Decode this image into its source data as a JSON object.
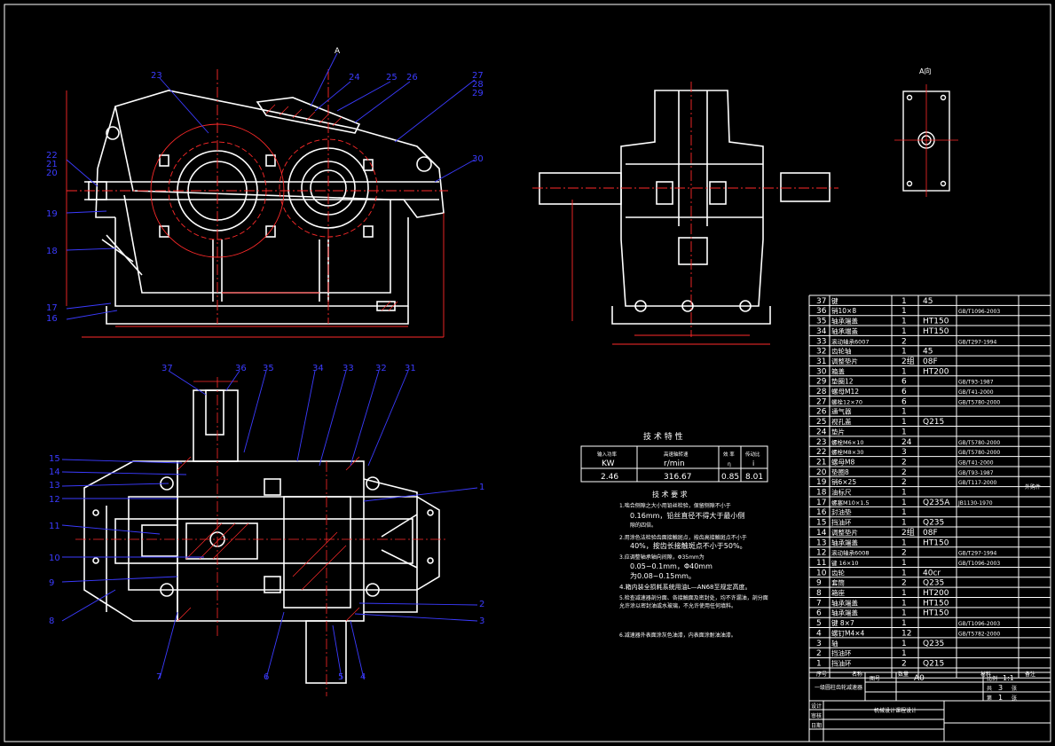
{
  "colors": {
    "background": "#000000",
    "outline": "#ffffff",
    "center": "#ff2a2a",
    "leader": "#3b3bff",
    "hatch": "#ff2a2a"
  },
  "section_mark": "A",
  "section_view_label": "A向",
  "top_callouts": [
    "23",
    "24",
    "25",
    "26",
    "27",
    "28",
    "29"
  ],
  "top_right_callouts": [
    "27",
    "28",
    "29"
  ],
  "left_upper_callouts": [
    "22",
    "21",
    "20",
    "19",
    "18",
    "17",
    "16"
  ],
  "right_upper_callout": "30",
  "plan_top_callouts": [
    "37",
    "36",
    "35",
    "34",
    "33",
    "32",
    "31"
  ],
  "plan_left_callouts": [
    "15",
    "14",
    "13",
    "12",
    "11",
    "10",
    "9",
    "8"
  ],
  "plan_right_callouts": [
    "1",
    "2",
    "3"
  ],
  "plan_bottom_callouts": [
    "7",
    "6",
    "5",
    "4"
  ],
  "tech_spec": {
    "title": "技 术 特 性",
    "headers": [
      "输入功率",
      "高速轴转速",
      "效 率",
      "传动比"
    ],
    "units": [
      "KW",
      "r/min",
      "η",
      "i"
    ],
    "values": [
      "2.46",
      "316.67",
      "0.85",
      "8.01"
    ]
  },
  "tech_req": {
    "title": "技 术 要 求",
    "items": [
      [
        "1.啮合侧隙之大小用铅丝检验，保留侧隙不小于",
        "0.16mm，铅丝直径不得大于最小侧",
        "隙的四倍。"
      ],
      [
        "2.用涂色法检验齿面接触斑点，按齿高接触斑点不小于",
        "40%，按齿长接触斑点不小于50%。"
      ],
      [
        "3.应调整轴承轴向间隙，Φ35mm为",
        "0.05~0.1mm，Φ40mm",
        "为0.08~0.15mm。"
      ],
      [
        "4.箱内装全损耗系统用油L—AN68至规定高度。"
      ],
      [
        "5.检查减速器剖分面、各接触面及密封处，均不许漏油，剖分面允许涂以密封油或水玻璃，不允许使用任何填料。"
      ],
      [
        "6.减速器外表面涂灰色油漆，内表面涂耐油油漆。"
      ]
    ]
  },
  "bom": [
    {
      "no": "37",
      "name": "键",
      "qty": "1",
      "mat": "45",
      "std": ""
    },
    {
      "no": "36",
      "name": "销10×8",
      "qty": "1",
      "mat": "",
      "std": "GB/T1096-2003"
    },
    {
      "no": "35",
      "name": "轴承端盖",
      "qty": "1",
      "mat": "HT150",
      "std": ""
    },
    {
      "no": "34",
      "name": "轴承端盖",
      "qty": "1",
      "mat": "HT150",
      "std": ""
    },
    {
      "no": "33",
      "name": "滚动轴承6007",
      "qty": "2",
      "mat": "",
      "std": "GB/T297-1994"
    },
    {
      "no": "32",
      "name": "齿轮轴",
      "qty": "1",
      "mat": "45",
      "std": ""
    },
    {
      "no": "31",
      "name": "调整垫片",
      "qty": "2组",
      "mat": "08F",
      "std": ""
    },
    {
      "no": "30",
      "name": "箱盖",
      "qty": "1",
      "mat": "HT200",
      "std": ""
    },
    {
      "no": "29",
      "name": "垫圈12",
      "qty": "6",
      "mat": "",
      "std": "GB/T93-1987"
    },
    {
      "no": "28",
      "name": "螺母M12",
      "qty": "6",
      "mat": "",
      "std": "GB/T41-2000"
    },
    {
      "no": "27",
      "name": "螺栓12×70",
      "qty": "6",
      "mat": "",
      "std": "GB/T5780-2000"
    },
    {
      "no": "26",
      "name": "通气器",
      "qty": "1",
      "mat": "",
      "std": ""
    },
    {
      "no": "25",
      "name": "视孔盖",
      "qty": "1",
      "mat": "Q215",
      "std": ""
    },
    {
      "no": "24",
      "name": "垫片",
      "qty": "1",
      "mat": "",
      "std": ""
    },
    {
      "no": "23",
      "name": "螺栓M6×10",
      "qty": "24",
      "mat": "",
      "std": "GB/T5780-2000"
    },
    {
      "no": "22",
      "name": "螺栓M8×30",
      "qty": "3",
      "mat": "",
      "std": "GB/T5780-2000"
    },
    {
      "no": "21",
      "name": "螺母M8",
      "qty": "2",
      "mat": "",
      "std": "GB/T41-2000"
    },
    {
      "no": "20",
      "name": "垫圈8",
      "qty": "2",
      "mat": "",
      "std": "GB/T93-1987"
    },
    {
      "no": "19",
      "name": "销6×25",
      "qty": "2",
      "mat": "",
      "std": "GB/T117-2000"
    },
    {
      "no": "18",
      "name": "油标尺",
      "qty": "1",
      "mat": "",
      "std": ""
    },
    {
      "no": "17",
      "name": "螺塞M10×1.5",
      "qty": "1",
      "mat": "Q235A",
      "std": "JB1130-1970"
    },
    {
      "no": "16",
      "name": "封油垫",
      "qty": "1",
      "mat": "",
      "std": ""
    },
    {
      "no": "15",
      "name": "挡油环",
      "qty": "1",
      "mat": "Q235",
      "std": ""
    },
    {
      "no": "14",
      "name": "调整垫片",
      "qty": "2组",
      "mat": "08F",
      "std": ""
    },
    {
      "no": "13",
      "name": "轴承端盖",
      "qty": "1",
      "mat": "HT150",
      "std": ""
    },
    {
      "no": "12",
      "name": "滚动轴承6008",
      "qty": "2",
      "mat": "",
      "std": "GB/T297-1994"
    },
    {
      "no": "11",
      "name": "键 16×10",
      "qty": "1",
      "mat": "",
      "std": "GB/T1096-2003"
    },
    {
      "no": "10",
      "name": "齿轮",
      "qty": "1",
      "mat": "40cr",
      "std": ""
    },
    {
      "no": "9",
      "name": "套筒",
      "qty": "2",
      "mat": "Q235",
      "std": ""
    },
    {
      "no": "8",
      "name": "箱座",
      "qty": "1",
      "mat": "HT200",
      "std": ""
    },
    {
      "no": "7",
      "name": "轴承端盖",
      "qty": "1",
      "mat": "HT150",
      "std": ""
    },
    {
      "no": "6",
      "name": "轴承端盖",
      "qty": "1",
      "mat": "HT150",
      "std": ""
    },
    {
      "no": "5",
      "name": "键 8×7",
      "qty": "1",
      "mat": "",
      "std": "GB/T1096-2003"
    },
    {
      "no": "4",
      "name": "螺钉M4×4",
      "qty": "12",
      "mat": "",
      "std": "GB/T5782-2000"
    },
    {
      "no": "3",
      "name": "轴",
      "qty": "1",
      "mat": "Q235",
      "std": ""
    },
    {
      "no": "2",
      "name": "挡油环",
      "qty": "1",
      "mat": "",
      "std": ""
    },
    {
      "no": "1",
      "name": "挡油环",
      "qty": "2",
      "mat": "Q215",
      "std": ""
    }
  ],
  "bom_header": {
    "no": "序号",
    "name": "名称",
    "qty": "数量",
    "mat": "材料",
    "std": "备注"
  },
  "title_block": {
    "name": "一级圆柱齿轮减速器",
    "drawing_no_label": "图号",
    "sheet": "A0",
    "scale_label": "比例",
    "scale": "1:1",
    "total_label": "共",
    "total": "3",
    "page_label": "第",
    "page": "1",
    "unit": "张",
    "rows": [
      "设计",
      "审核",
      "日期"
    ],
    "school": "机械设计课程设计"
  },
  "remark": "外购件"
}
